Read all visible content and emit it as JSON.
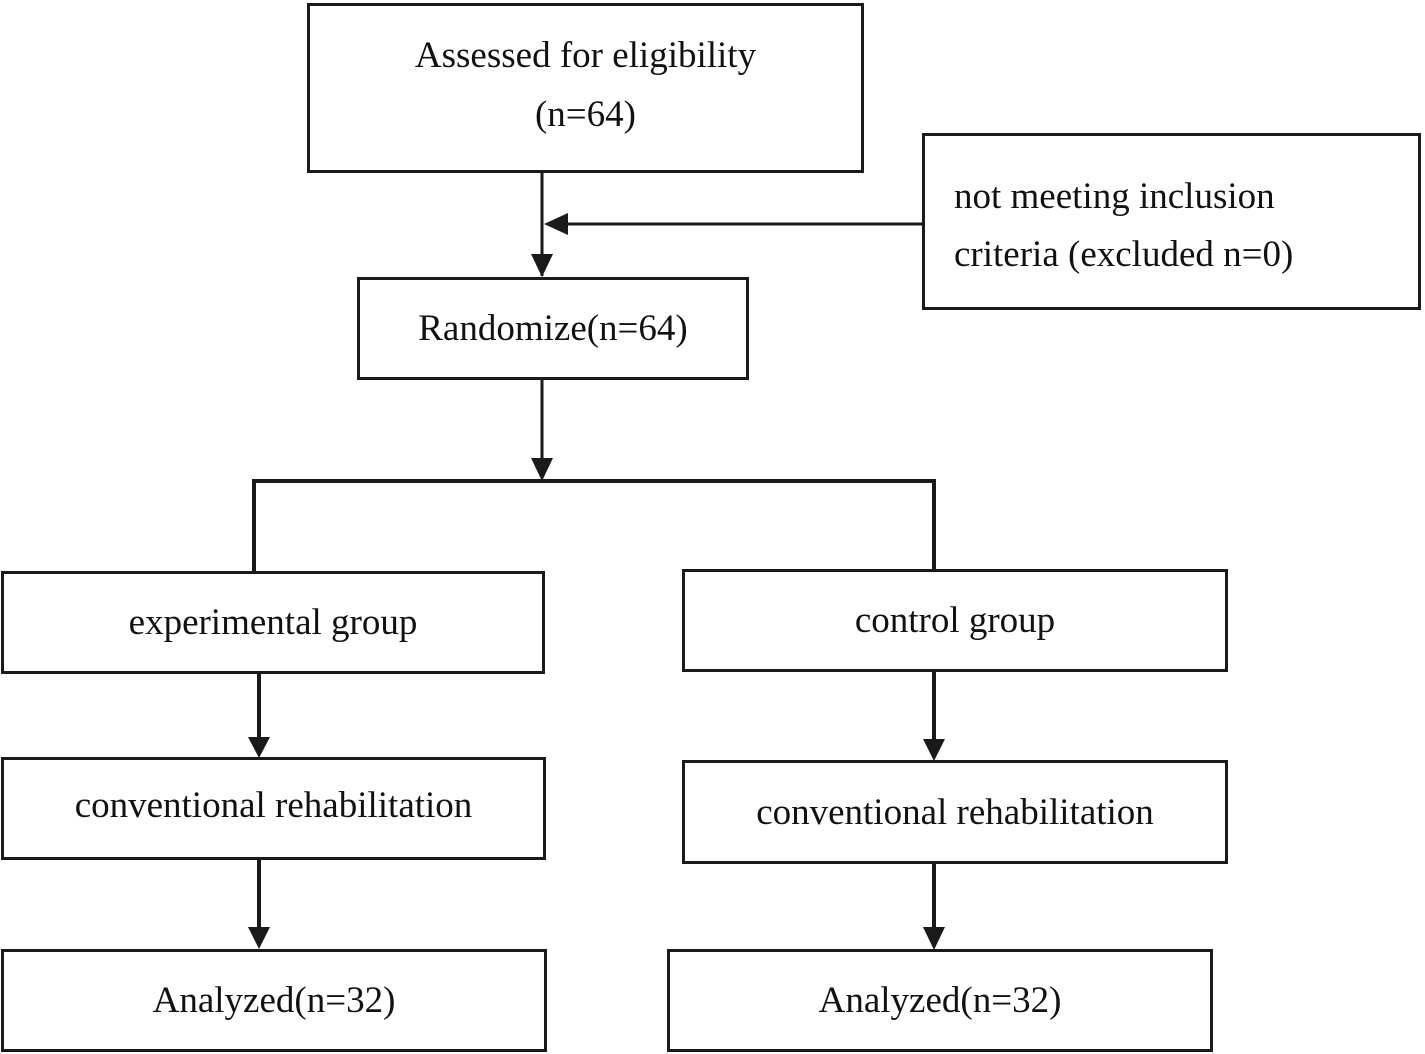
{
  "nodes": {
    "assessed": {
      "line1": "Assessed for eligibility",
      "line2": "(n=64)"
    },
    "excluded": {
      "line1": "not meeting inclusion",
      "line2": "criteria (excluded n=0)"
    },
    "randomize": {
      "label": "Randomize(n=64)"
    },
    "experimental": {
      "label": "experimental group"
    },
    "control": {
      "label": "control group"
    },
    "rehab_experimental": {
      "label": "conventional rehabilitation"
    },
    "rehab_control": {
      "label": "conventional rehabilitation"
    },
    "analyzed_experimental": {
      "label": "Analyzed(n=32)"
    },
    "analyzed_control": {
      "label": "Analyzed(n=32)"
    }
  },
  "colors": {
    "stroke": "#1a1a1a",
    "background": "#ffffff"
  }
}
